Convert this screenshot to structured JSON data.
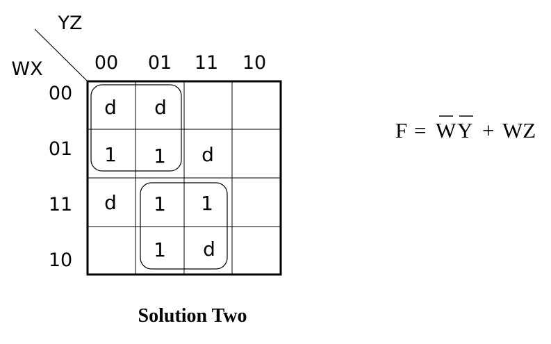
{
  "map": {
    "row_var": "WX",
    "col_var": "YZ",
    "col_labels": [
      "00",
      "01",
      "11",
      "10"
    ],
    "row_labels": [
      "00",
      "01",
      "11",
      "10"
    ],
    "cells": [
      [
        "d",
        "d",
        "",
        ""
      ],
      [
        "1",
        "1",
        "d",
        ""
      ],
      [
        "d",
        "1",
        "1",
        ""
      ],
      [
        "",
        "1",
        "d",
        ""
      ]
    ],
    "groups": [
      {
        "rows": [
          0,
          1
        ],
        "cols": [
          0,
          1
        ]
      },
      {
        "rows": [
          2,
          3
        ],
        "cols": [
          1,
          2
        ]
      }
    ]
  },
  "expression": {
    "lhs": "F",
    "eq": "=",
    "term1_a": "W",
    "term1_b": "Y",
    "plus": "+",
    "term2": "WZ"
  },
  "caption": "Solution Two"
}
